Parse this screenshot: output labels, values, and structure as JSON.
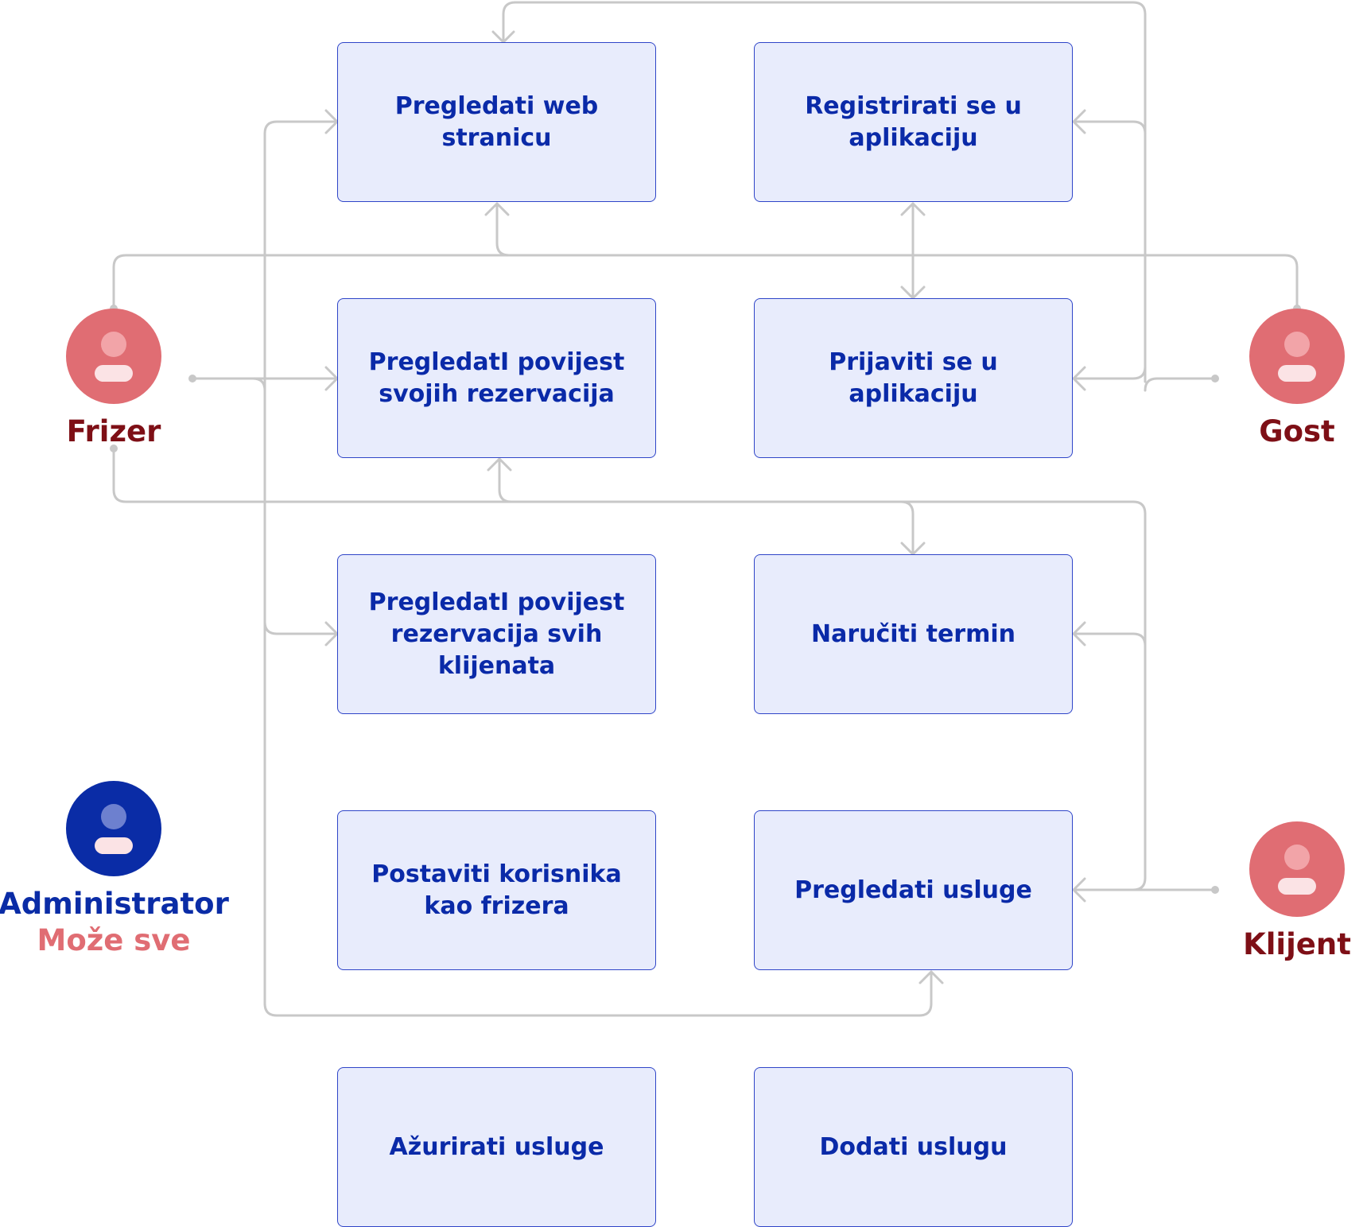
{
  "use_cases": {
    "view_website": "Pregledati web stranicu",
    "register": "Registrirati se u aplikaciju",
    "own_history": "PregledatI povijest svojih rezervacija",
    "login": "Prijaviti se u aplikaciju",
    "all_history": "PregledatI povijest rezervacija svih klijenata",
    "book_slot": "Naručiti termin",
    "set_hairdresser": "Postaviti korisnika kao frizera",
    "view_services": "Pregledati usluge",
    "update_services": "Ažurirati usluge",
    "add_service": "Dodati uslugu"
  },
  "actors": {
    "frizer": {
      "name": "Frizer",
      "icon": "user-icon"
    },
    "gost": {
      "name": "Gost",
      "icon": "user-icon"
    },
    "klijent": {
      "name": "Klijent",
      "icon": "user-icon"
    },
    "administrator": {
      "name": "Administrator",
      "note": "Može sve",
      "icon": "user-icon"
    }
  },
  "colors": {
    "box_fill": "#e8ecfc",
    "box_border": "#2f45c8",
    "box_text": "#0a2aa8",
    "actor_red": "#e06d73",
    "actor_name_red": "#7e0f16",
    "admin_blue": "#0a2ca6",
    "connector": "#c8c8c8"
  }
}
